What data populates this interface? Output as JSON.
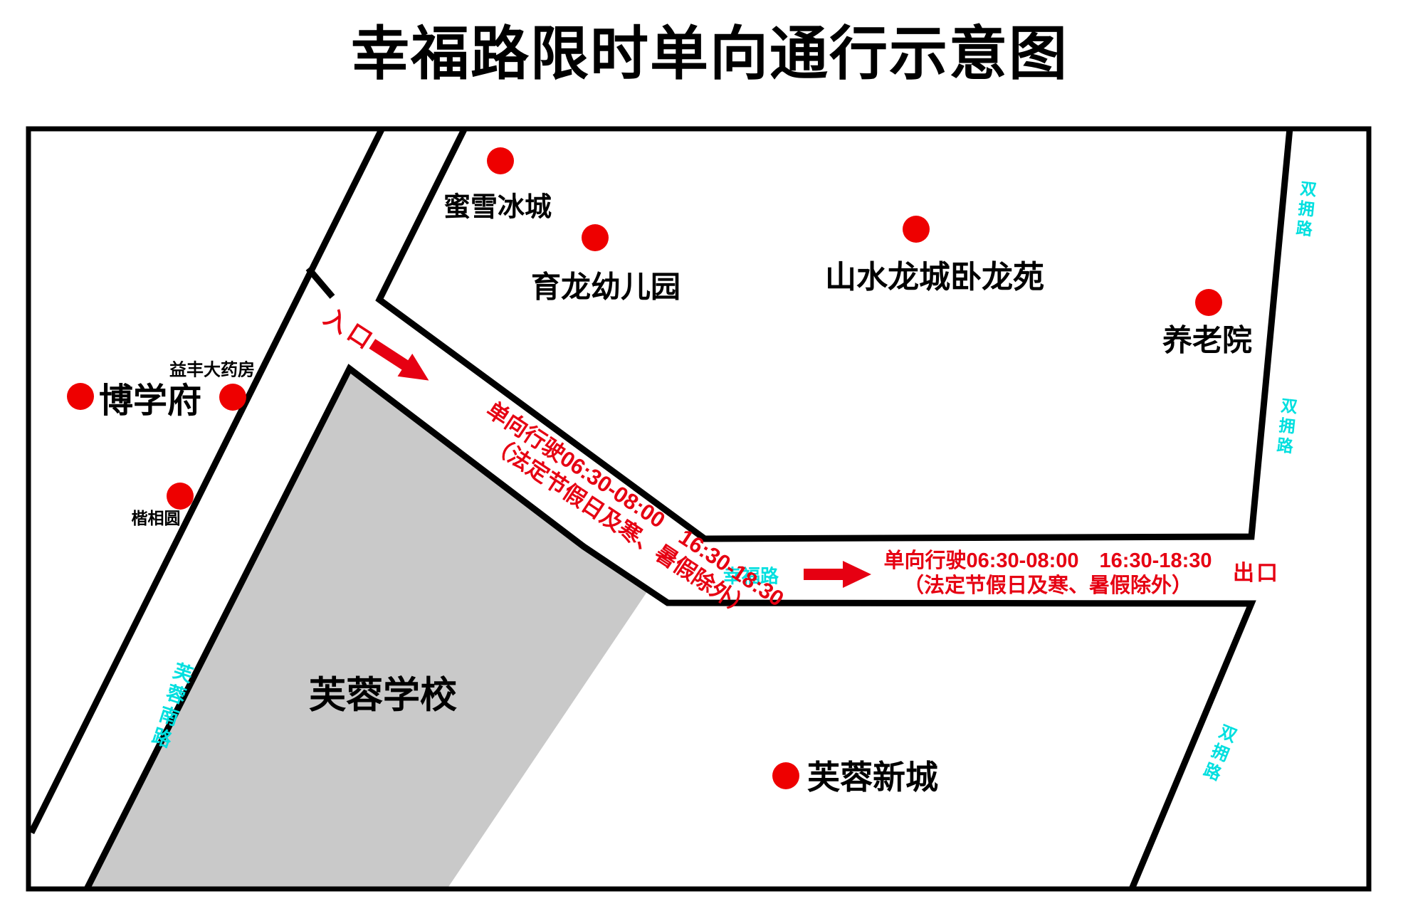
{
  "title": "幸福路限时单向通行示意图",
  "colors": {
    "red_text": "#e60012",
    "dot_red": "#ee0000",
    "cyan": "#00dfdf",
    "school_fill": "#c9c9c9",
    "road_line": "#000000"
  },
  "pois": [
    {
      "label": "蜜雪冰城"
    },
    {
      "label": "育龙幼儿园"
    },
    {
      "label": "山水龙城卧龙苑"
    },
    {
      "label": "养老院"
    },
    {
      "label": "博学府"
    },
    {
      "label": "益丰大药房"
    },
    {
      "label": "楷相圆"
    },
    {
      "label": "芙蓉新城"
    }
  ],
  "areas": {
    "school": "芙蓉学校"
  },
  "roads": {
    "furong_south": "芙蓉南路",
    "xingfu": "幸福路",
    "shuangyong": "双拥路"
  },
  "markers": {
    "entrance": "入口",
    "exit": "出口"
  },
  "notice": {
    "line1": "单向行驶06:30-08:00　16:30-18:30",
    "line2": "（法定节假日及寒、暑假除外）"
  }
}
